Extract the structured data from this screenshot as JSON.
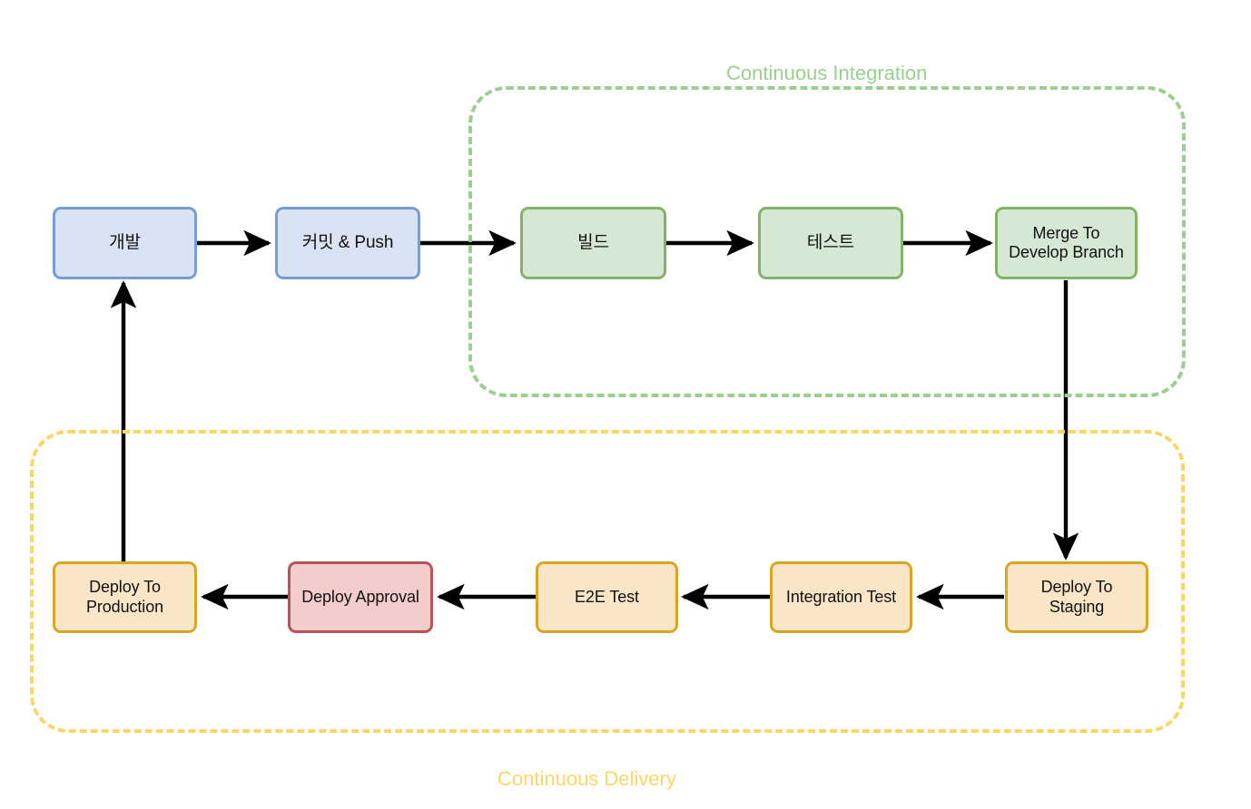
{
  "diagram": {
    "type": "flowchart",
    "title_visible": false,
    "background": "#ffffff",
    "groups": [
      {
        "id": "ci",
        "label": "Continuous Integration",
        "label_color": "#9ad08e",
        "border_color": "#9ad08e",
        "contains": [
          "build",
          "test",
          "merge-to-develop-branch"
        ]
      },
      {
        "id": "cd",
        "label": "Continuous Delivery",
        "label_color": "#fbd665",
        "border_color": "#fbd665",
        "contains": [
          "deploy-to-production",
          "deploy-approval",
          "e2e-test",
          "integration-test",
          "deploy-to-staging"
        ]
      }
    ],
    "nodes": [
      {
        "id": "develop",
        "label": "개발",
        "fill": "#dae3f3",
        "stroke": "#7a9cd2"
      },
      {
        "id": "commit-push",
        "label": "커밋 & Push",
        "fill": "#dae3f3",
        "stroke": "#7a9cd2"
      },
      {
        "id": "build",
        "label": "빌드",
        "fill": "#d5e8d4",
        "stroke": "#82b366"
      },
      {
        "id": "test",
        "label": "테스트",
        "fill": "#d5e8d4",
        "stroke": "#82b366"
      },
      {
        "id": "merge-to-develop-branch",
        "label": "Merge To\nDevelop Branch",
        "fill": "#d5e8d4",
        "stroke": "#82b366"
      },
      {
        "id": "deploy-to-staging",
        "label": "Deploy To\nStaging",
        "fill": "#fae5c7",
        "stroke": "#d6a725"
      },
      {
        "id": "integration-test",
        "label": "Integration Test",
        "fill": "#fae5c7",
        "stroke": "#d6a725"
      },
      {
        "id": "e2e-test",
        "label": "E2E Test",
        "fill": "#fae5c7",
        "stroke": "#d6a725"
      },
      {
        "id": "deploy-approval",
        "label": "Deploy Approval",
        "fill": "#f5cccc",
        "stroke": "#b5555a"
      },
      {
        "id": "deploy-to-production",
        "label": "Deploy To\nProduction",
        "fill": "#fae5c7",
        "stroke": "#d6a725"
      }
    ],
    "edges": [
      {
        "from": "develop",
        "to": "commit-push",
        "direction": "right"
      },
      {
        "from": "commit-push",
        "to": "build",
        "direction": "right"
      },
      {
        "from": "build",
        "to": "test",
        "direction": "right"
      },
      {
        "from": "test",
        "to": "merge-to-develop-branch",
        "direction": "right"
      },
      {
        "from": "merge-to-develop-branch",
        "to": "deploy-to-staging",
        "direction": "down"
      },
      {
        "from": "deploy-to-staging",
        "to": "integration-test",
        "direction": "left"
      },
      {
        "from": "integration-test",
        "to": "e2e-test",
        "direction": "left"
      },
      {
        "from": "e2e-test",
        "to": "deploy-approval",
        "direction": "left"
      },
      {
        "from": "deploy-approval",
        "to": "deploy-to-production",
        "direction": "left"
      },
      {
        "from": "deploy-to-production",
        "to": "develop",
        "direction": "up"
      }
    ],
    "edge_color": "#000000"
  }
}
